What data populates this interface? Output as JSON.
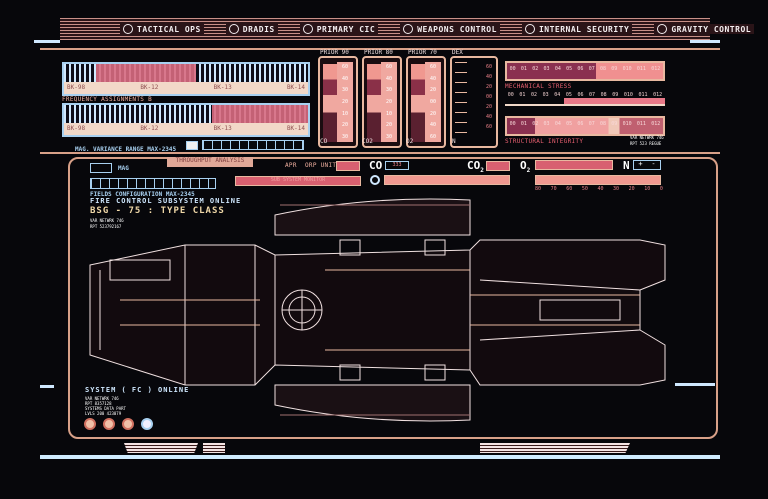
{
  "nav": {
    "items": [
      {
        "label": "TACTICAL OPS",
        "icon": "tactical-icon"
      },
      {
        "label": "DRADIS",
        "icon": "dradis-icon"
      },
      {
        "label": "PRIMARY CIC",
        "icon": "cic-icon"
      },
      {
        "label": "WEAPONS CONTROL",
        "icon": "weapons-icon"
      },
      {
        "label": "INTERNAL SECURITY",
        "icon": "security-icon"
      },
      {
        "label": "GRAVITY CONTROL",
        "icon": "gravity-icon"
      }
    ]
  },
  "freq": {
    "label": "FREQUENCY ASSIGNMENTS B",
    "bands1": [
      "BK-98",
      "BK-12",
      "BK-13",
      "BK-14"
    ],
    "bands2": [
      "BK-98",
      "BK-12",
      "BK-13",
      "BK-14"
    ],
    "variance": "MAG. VARIANCE RANGE MAX-2345"
  },
  "priors": [
    {
      "title": "PRIOR 90",
      "gas": "CO",
      "nums": [
        "60",
        "40",
        "30",
        "20",
        "10",
        "20",
        "30"
      ]
    },
    {
      "title": "PRIOR 80",
      "gas": "CO2",
      "nums": [
        "60",
        "40",
        "30",
        "20",
        "10",
        "20",
        "30"
      ]
    },
    {
      "title": "PRIOR 70",
      "gas": "O2",
      "nums": [
        "60",
        "40",
        "20",
        "00",
        "20",
        "40",
        "60"
      ]
    }
  ],
  "dex": {
    "title": "DEX",
    "gas": "N",
    "nums": [
      "60",
      "40",
      "20",
      "00",
      "20",
      "40",
      "60"
    ]
  },
  "stress": {
    "ticks": [
      "00",
      "01",
      "02",
      "03",
      "04",
      "05",
      "06",
      "07",
      "08",
      "09",
      "010",
      "011",
      "012"
    ],
    "mech_label": "MECHANICAL STRESS",
    "struct_label": "STRUCTURAL INTEGRITY",
    "note1": "VAR NETWRK 746",
    "note2": "RPT 523 REGUE"
  },
  "fields": {
    "mag": "MAG",
    "throughput": "THROUGHPUT ANALYSIS",
    "apr": "APR",
    "orp": "ORP UNIT",
    "sub": "SUB SYSTEM MONITOR",
    "config": "FIELDS CONFIGURATION MAX-2345",
    "fire": "FIRE CONTROL SUBSYSTEM ONLINE",
    "class": "BSG - 75 : TYPE CLASS",
    "small1": "VAR NETWRK 746",
    "small2": "RPT 523792167"
  },
  "gases": {
    "co": "CO",
    "co_val": "333",
    "co2": "CO",
    "co2_sub": "2",
    "o2": "O",
    "o2_sub": "2",
    "n": "N",
    "n_plus": "+",
    "n_minus": "-",
    "scale": [
      "80",
      "70",
      "60",
      "50",
      "40",
      "30",
      "20",
      "10",
      "0"
    ]
  },
  "system": {
    "title": "SYSTEM ( FC ) ONLINE",
    "lines": [
      "VAR NETWRK 746",
      "RPT 8357128",
      "SYSTEMS DATA PART",
      "LVLS 200 423079"
    ]
  }
}
